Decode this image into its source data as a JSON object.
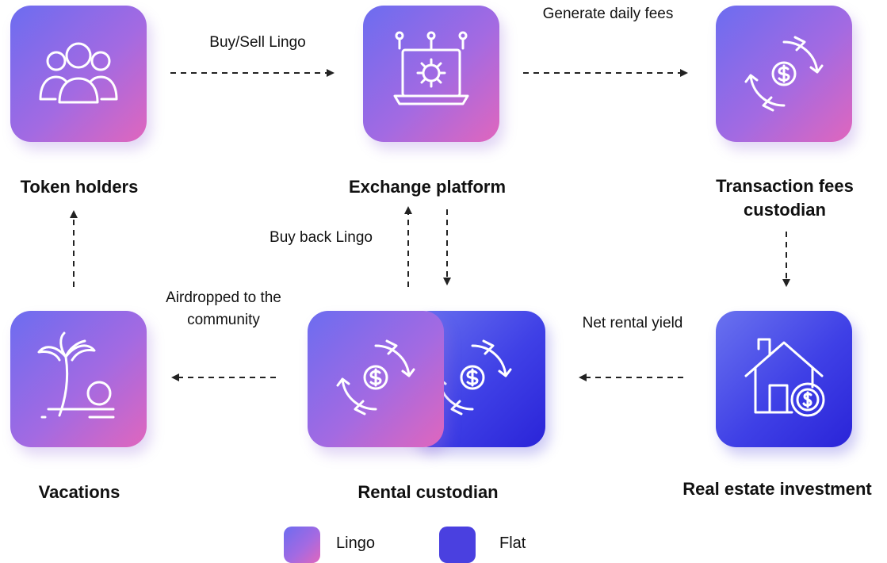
{
  "nodes": {
    "token_holders": "Token holders",
    "exchange_platform": "Exchange platform",
    "transaction_fees_custodian": "Transaction fees custodian",
    "real_estate_investment": "Real estate investment",
    "rental_custodian": "Rental custodian",
    "vacations": "Vacations"
  },
  "edges": {
    "buy_sell": "Buy/Sell Lingo",
    "daily_fees": "Generate daily fees",
    "buy_back": "Buy back Lingo",
    "net_rental_yield": "Net rental yield",
    "airdropped": "Airdropped to the community"
  },
  "legend": {
    "lingo": "Lingo",
    "flat": "Flat"
  },
  "colors": {
    "lingo_gradient": [
      "#6c6cf0",
      "#e066bd"
    ],
    "flat_gradient": [
      "#6a72ef",
      "#2a24d8"
    ],
    "arrow": "#222222"
  },
  "icons": {
    "token_holders": "users-group-icon",
    "exchange_platform": "laptop-gear-icon",
    "transaction_fees_custodian": "dollar-cycle-icon",
    "real_estate_investment": "house-dollar-icon",
    "rental_custodian": "dollar-cycle-icon",
    "vacations": "palm-beach-icon"
  }
}
